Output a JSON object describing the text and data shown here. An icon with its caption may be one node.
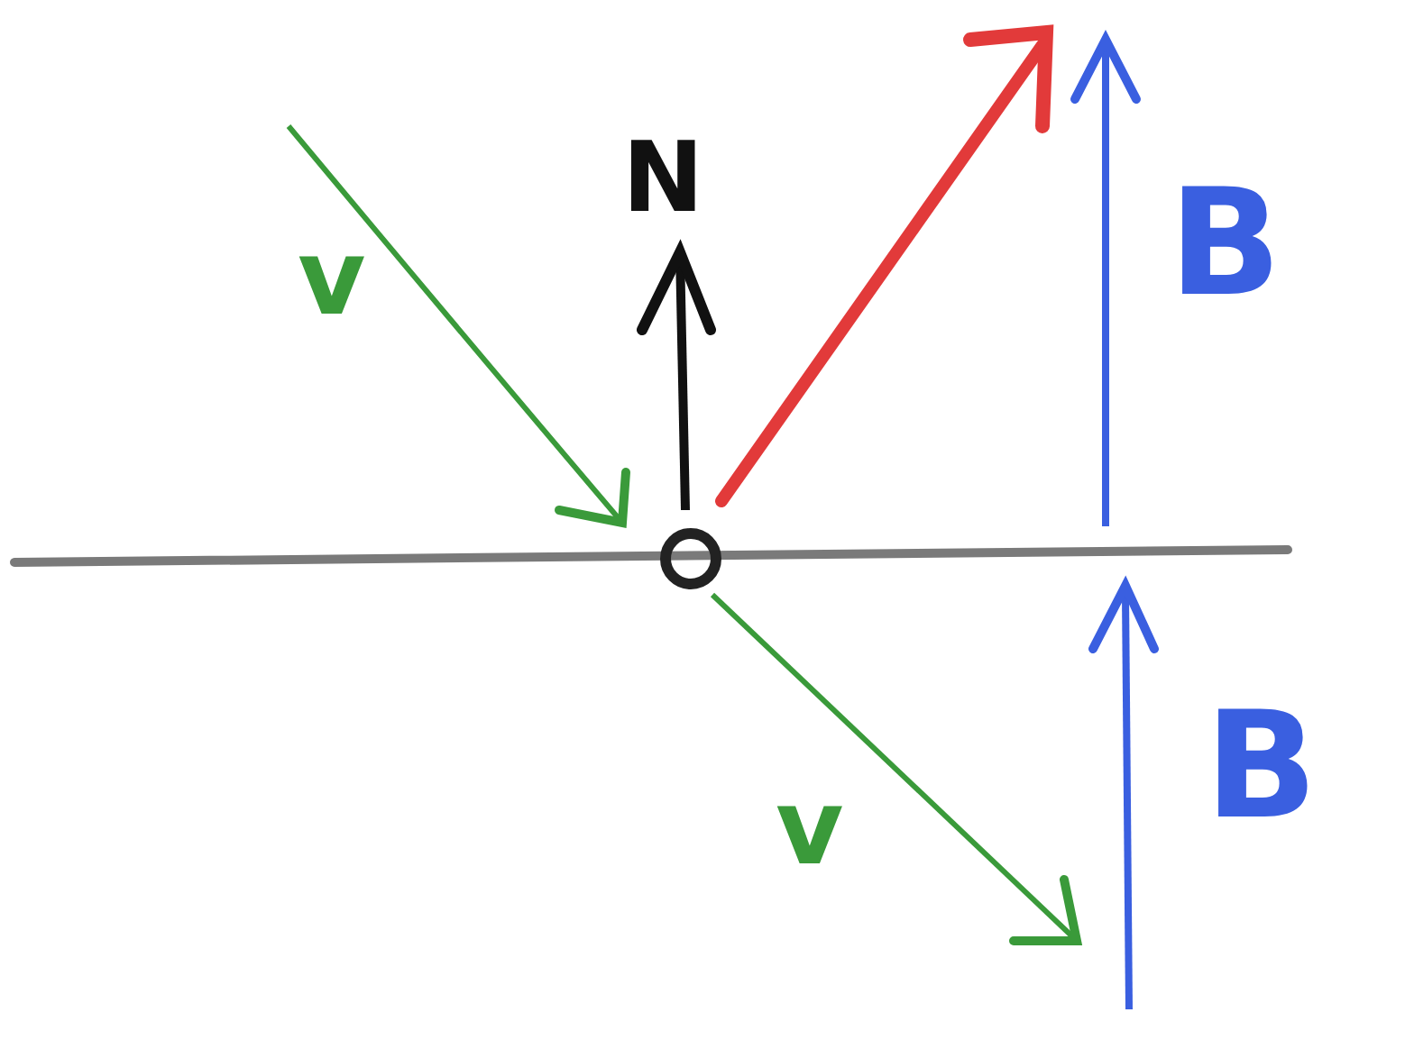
{
  "diagram": {
    "labels": [
      "N",
      "B",
      "v",
      "B",
      "v"
    ]
  }
}
